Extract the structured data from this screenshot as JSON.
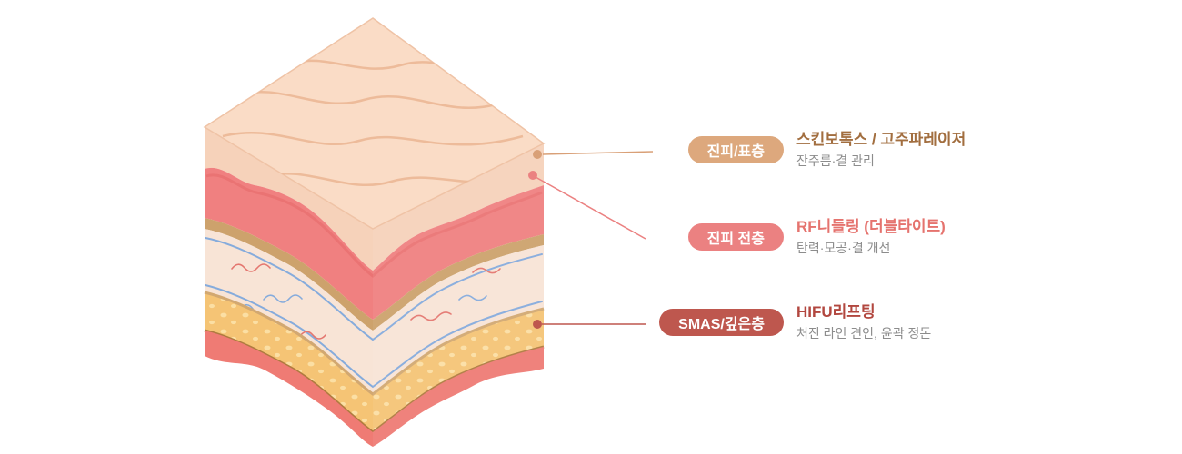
{
  "background": "#FFFFFF",
  "illustration": {
    "type": "skin-cross-section-isometric",
    "layer_colors": {
      "surface_top": "#FADCC6",
      "epidermis_band": "#F6D2BA",
      "dermis_upper": "#F08080",
      "basement_band": "#CDA26C",
      "dermis_lower": "#F8E4D6",
      "fat": "#F5C475",
      "muscle": "#EF7B74"
    },
    "vessel_colors": {
      "vein": "#85ABDC",
      "artery": "#E4766F"
    }
  },
  "callouts": [
    {
      "pill": "진피/표층",
      "pill_color": "#DDA87D",
      "title": "스킨보톡스 / 고주파레이저",
      "title_color": "#A26E3F",
      "subtitle": "잔주름·결 관리"
    },
    {
      "pill": "진피 전층",
      "pill_color": "#EB8181",
      "title": "RF니들링 (더블타이트)",
      "title_color": "#E5736E",
      "subtitle": "탄력·모공·결 개선"
    },
    {
      "pill": "SMAS/깊은층",
      "pill_color": "#BE574E",
      "title": "HIFU리프팅",
      "title_color": "#B2473F",
      "subtitle": "처진 라인 견인, 윤곽 정돈"
    }
  ],
  "subtitle_color": "#8C8C8C"
}
